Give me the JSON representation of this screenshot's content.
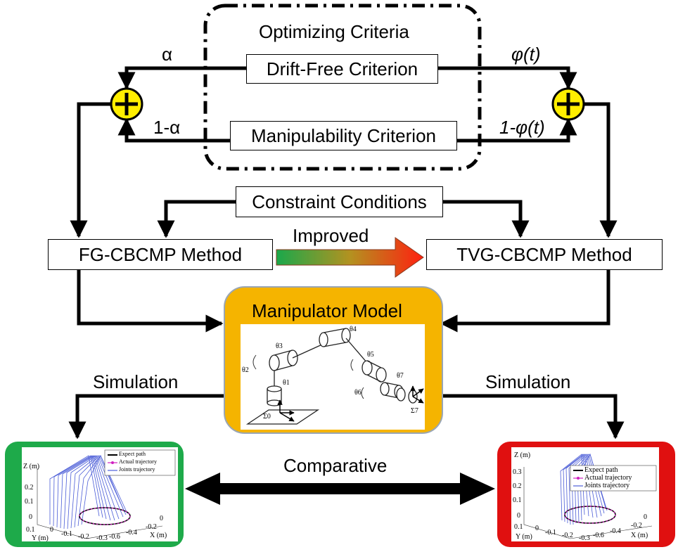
{
  "optimizing_title": "Optimizing Criteria",
  "drift_free": "Drift-Free Criterion",
  "manipulability": "Manipulability Criterion",
  "alpha": "α",
  "one_minus_alpha": "1-α",
  "phi_t": "φ(t)",
  "one_minus_phi_t": "1-φ(t)",
  "constraint": "Constraint Conditions",
  "fg_method": "FG-CBCMP Method",
  "tvg_method": "TVG-CBCMP Method",
  "improved": "Improved",
  "manipulator_model": "Manipulator Model",
  "simulation_left": "Simulation",
  "simulation_right": "Simulation",
  "comparative": "Comparative",
  "colors": {
    "summing_junction": "#ffee00",
    "model_panel": "#f5b400",
    "left_plot_frame": "#1eaa4a",
    "right_plot_frame": "#e01010",
    "arrow_gradient_start": "#1aa84b",
    "arrow_gradient_end": "#ff2010"
  },
  "robot_labels": {
    "t1": "θ1",
    "t2": "θ2",
    "t3": "θ3",
    "t4": "θ4",
    "t5": "θ5",
    "t6": "θ6",
    "t7": "θ7",
    "s0": "Σ0",
    "s7": "Σ7"
  },
  "plot_left": {
    "zlabel": "Z (m)",
    "ylabel": "Y (m)",
    "xlabel": "X (m)",
    "legend": [
      "Expect path",
      "Actual trajectory",
      "Joints trajectory"
    ],
    "zticks": [
      "0.2",
      "0.1",
      "0"
    ],
    "yticks": [
      "0.1",
      "0",
      "-0.1",
      "-0.2",
      "-0.3"
    ],
    "xticks": [
      "0",
      "-0.2",
      "-0.4",
      "-0.6"
    ]
  },
  "plot_right": {
    "zlabel": "Z (m)",
    "ylabel": "Y (m)",
    "xlabel": "X (m)",
    "legend": [
      "Expect path",
      "Actual trajectory",
      "Joints trajectory"
    ],
    "zticks": [
      "0.3",
      "0.2",
      "0.1",
      "0"
    ],
    "yticks": [
      "0.1",
      "0",
      "-0.1",
      "-0.2",
      "-0.3"
    ],
    "xticks": [
      "0",
      "-0.2",
      "-0.4",
      "-0.6"
    ]
  }
}
